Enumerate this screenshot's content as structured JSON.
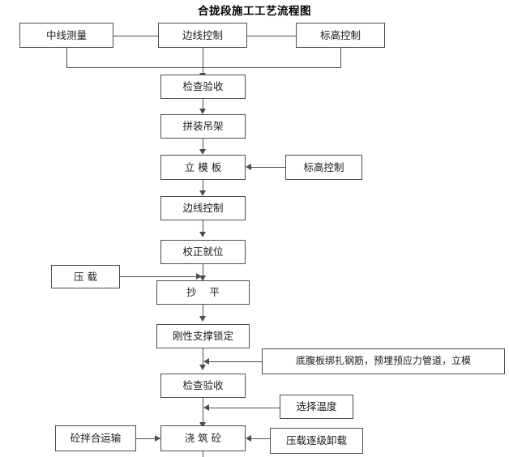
{
  "title": "合拢段施工工艺流程图",
  "nodes": {
    "centerline_survey": "中线测量",
    "edge_control_top": "边线控制",
    "elevation_control_top": "标高控制",
    "inspection_acceptance_1": "检查验收",
    "assemble_hanger": "拼装吊架",
    "erect_formwork": "立 模 板",
    "elevation_control_side": "标高控制",
    "edge_control_mid": "边线控制",
    "align_in_position": "校正就位",
    "preload": "压 载",
    "leveling": "抄    平",
    "rigid_support_locking": "刚性支撑锁定",
    "rebar_duct_formwork": "底腹板绑扎钢筋，预埋预应力管道，立模",
    "inspection_acceptance_2": "检查验收",
    "select_temperature": "选择温度",
    "concrete_mixing_transport": "砼拌合运输",
    "pour_concrete": "浇 筑 砼",
    "stepwise_unloading": "压载逐级卸载"
  },
  "colors": {
    "line": "#4d4d4d",
    "text": "#1a1a1a",
    "background": "#ffffff"
  }
}
